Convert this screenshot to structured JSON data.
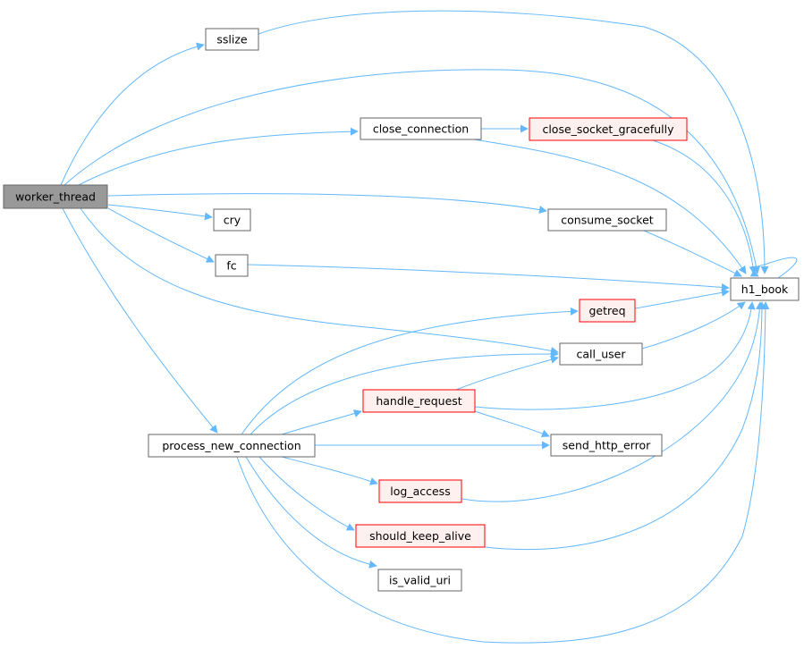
{
  "graph": {
    "nodes": {
      "worker_thread": {
        "label": "worker_thread",
        "style": "root"
      },
      "sslize": {
        "label": "sslize",
        "style": "normal"
      },
      "close_connection": {
        "label": "close_connection",
        "style": "normal"
      },
      "close_socket_gracefully": {
        "label": "close_socket_gracefully",
        "style": "red"
      },
      "cry": {
        "label": "cry",
        "style": "normal"
      },
      "consume_socket": {
        "label": "consume_socket",
        "style": "normal"
      },
      "fc": {
        "label": "fc",
        "style": "normal"
      },
      "h1_book": {
        "label": "h1_book",
        "style": "normal"
      },
      "getreq": {
        "label": "getreq",
        "style": "red"
      },
      "call_user": {
        "label": "call_user",
        "style": "normal"
      },
      "handle_request": {
        "label": "handle_request",
        "style": "red"
      },
      "process_new_connection": {
        "label": "process_new_connection",
        "style": "normal"
      },
      "send_http_error": {
        "label": "send_http_error",
        "style": "normal"
      },
      "log_access": {
        "label": "log_access",
        "style": "red"
      },
      "should_keep_alive": {
        "label": "should_keep_alive",
        "style": "red"
      },
      "is_valid_uri": {
        "label": "is_valid_uri",
        "style": "normal"
      }
    },
    "edges": [
      [
        "worker_thread",
        "sslize"
      ],
      [
        "worker_thread",
        "h1_book"
      ],
      [
        "worker_thread",
        "close_connection"
      ],
      [
        "worker_thread",
        "consume_socket"
      ],
      [
        "worker_thread",
        "cry"
      ],
      [
        "worker_thread",
        "fc"
      ],
      [
        "worker_thread",
        "call_user"
      ],
      [
        "worker_thread",
        "process_new_connection"
      ],
      [
        "sslize",
        "h1_book"
      ],
      [
        "close_connection",
        "close_socket_gracefully"
      ],
      [
        "close_connection",
        "h1_book"
      ],
      [
        "close_socket_gracefully",
        "h1_book"
      ],
      [
        "consume_socket",
        "h1_book"
      ],
      [
        "fc",
        "h1_book"
      ],
      [
        "h1_book",
        "h1_book"
      ],
      [
        "getreq",
        "h1_book"
      ],
      [
        "call_user",
        "h1_book"
      ],
      [
        "handle_request",
        "call_user"
      ],
      [
        "handle_request",
        "h1_book"
      ],
      [
        "handle_request",
        "send_http_error"
      ],
      [
        "process_new_connection",
        "getreq"
      ],
      [
        "process_new_connection",
        "call_user"
      ],
      [
        "process_new_connection",
        "handle_request"
      ],
      [
        "process_new_connection",
        "send_http_error"
      ],
      [
        "process_new_connection",
        "log_access"
      ],
      [
        "process_new_connection",
        "should_keep_alive"
      ],
      [
        "process_new_connection",
        "is_valid_uri"
      ],
      [
        "process_new_connection",
        "h1_book"
      ],
      [
        "log_access",
        "h1_book"
      ],
      [
        "should_keep_alive",
        "h1_book"
      ]
    ]
  },
  "colors": {
    "edge": "#63b8ff",
    "root_fill": "#999999",
    "root_stroke": "#666666",
    "normal_fill": "#ffffff",
    "normal_stroke": "#666666",
    "red_fill": "#fff0f0",
    "red_stroke": "#ff0000"
  }
}
